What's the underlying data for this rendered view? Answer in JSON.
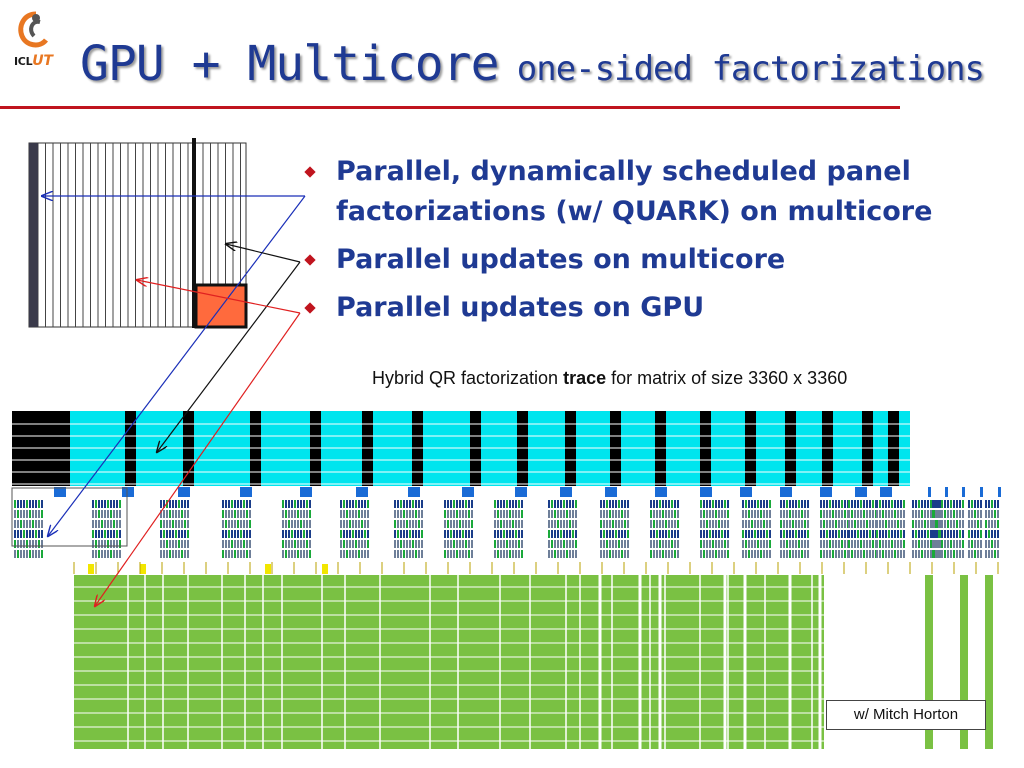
{
  "logo": {
    "text_a": "ICL",
    "text_b": "UT"
  },
  "title": {
    "main": "GPU + Multicore",
    "sub": "one-sided factorizations"
  },
  "bullets": [
    "Parallel, dynamically scheduled panel factorizations (w/ QUARK) on multicore",
    "Parallel updates on multicore",
    "Parallel updates on GPU"
  ],
  "caption": {
    "before": "Hybrid QR factorization ",
    "bold": "trace",
    "after": " for matrix of size 3360 x 3360"
  },
  "credit": "w/ Mitch Horton",
  "colors": {
    "title": "#1f3a93",
    "rule": "#c0141e",
    "panel": "#3a3a4a",
    "update_block": "#ff6a3d",
    "gpu_trace": "#00e5ee",
    "cpu_idle": "#000000",
    "multicore_trace": "#1a6bd6",
    "gpu_update": "#7ac143",
    "arrow_blue": "#1a2fb8",
    "arrow_black": "#111111",
    "arrow_red": "#e02020"
  }
}
